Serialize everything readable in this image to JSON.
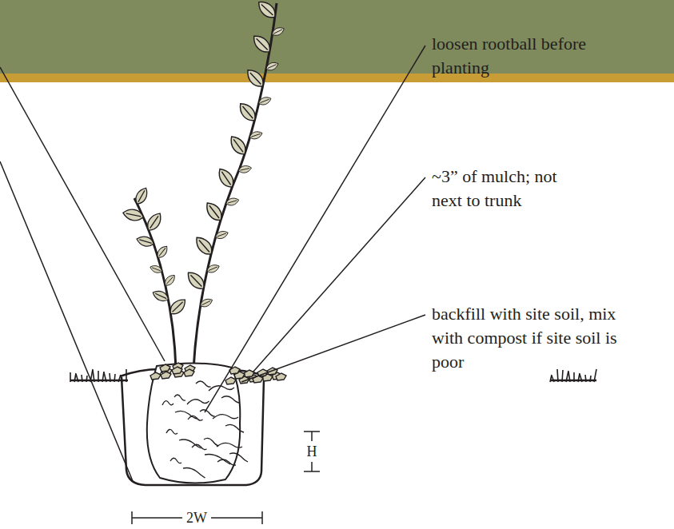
{
  "diagram": {
    "labels": [
      "loosen rootball before planting",
      "~3” of mulch; not next to trunk",
      "backfill with site soil, mix with compost if site soil is poor",
      "H",
      "2W"
    ]
  }
}
